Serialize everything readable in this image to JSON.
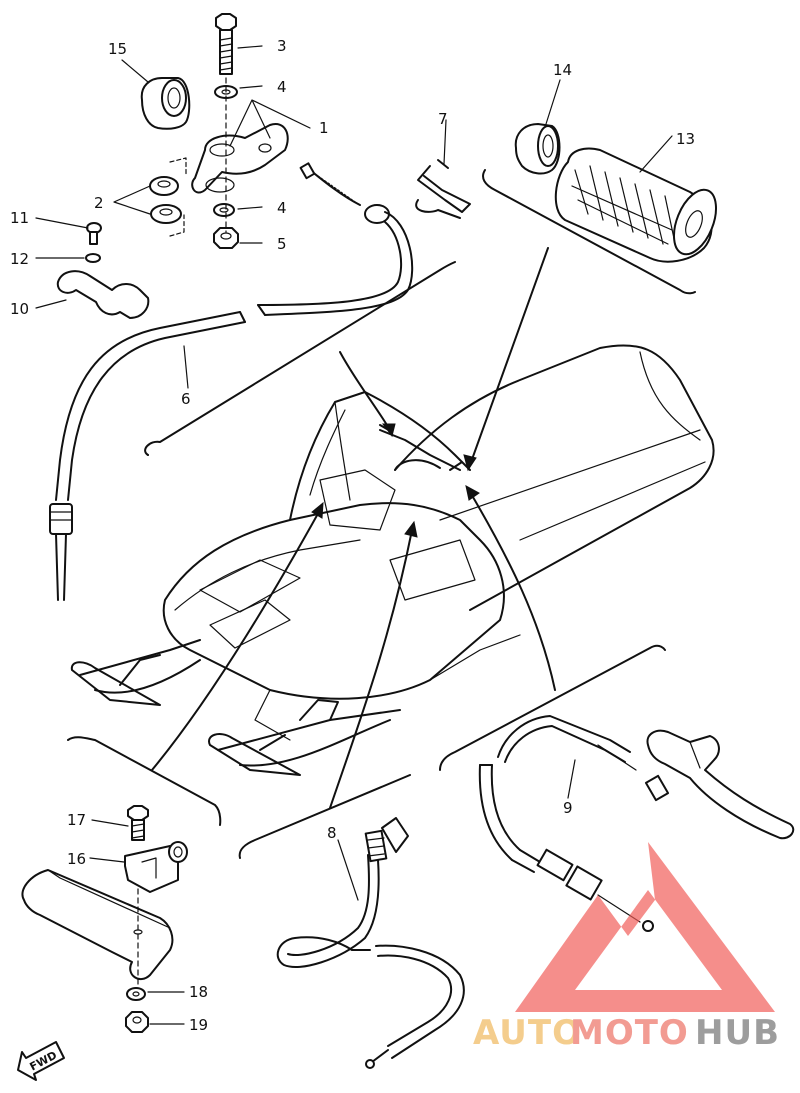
{
  "parts": {
    "p1": "1",
    "p2": "2",
    "p3": "3",
    "p4a": "4",
    "p4b": "4",
    "p5": "5",
    "p6": "6",
    "p7": "7",
    "p8": "8",
    "p9": "9",
    "p10": "10",
    "p11": "11",
    "p12": "12",
    "p13": "13",
    "p14": "14",
    "p15": "15",
    "p16": "16",
    "p17": "17",
    "p18": "18",
    "p19": "19"
  },
  "direction_label": "FWD",
  "watermark": {
    "word_1": "AUTO",
    "word_2": "MOTO",
    "word_3": "HUB",
    "color_1": "#f3c57a",
    "color_2": "#f08a80",
    "color_3": "#8c8c8c",
    "logo_color": "#f05a55"
  }
}
